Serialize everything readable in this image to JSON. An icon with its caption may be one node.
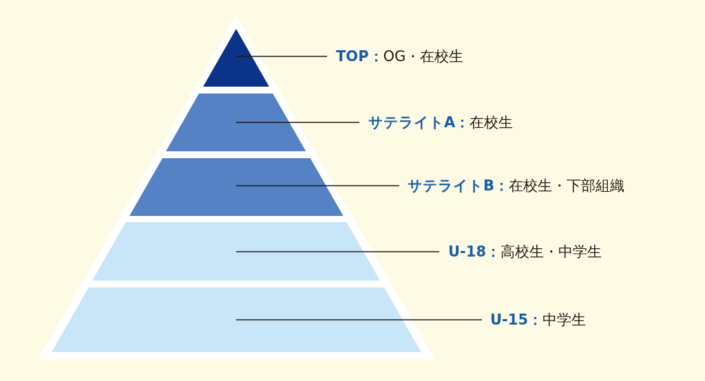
{
  "diagram": {
    "nodes": [
      {
        "text": [],
        "shape": "triangle"
      },
      {
        "text": [],
        "shape": "trapezoid"
      },
      {
        "text": [],
        "shape": "trapezoid"
      },
      {
        "text": [],
        "shape": "trapezoid"
      },
      {
        "text": [],
        "shape": "trapezoid"
      },
      {
        "text": [
          "**TOP：**OG・在校生"
        ]
      },
      {
        "text": [
          "**サテライトA：**在校生"
        ]
      },
      {
        "text": [
          "**サテライトB：**在校生・下部組織"
        ]
      },
      {
        "text": [
          "**U-18：**高校生・中学生"
        ]
      },
      {
        "text": [
          "**U-15：**中学生"
        ]
      }
    ],
    "edges": [
      {
        "from": 5,
        "to": 0,
        "arrow": "none"
      },
      {
        "from": 6,
        "to": 1,
        "arrow": "none"
      },
      {
        "from": 7,
        "to": 2,
        "arrow": "none"
      },
      {
        "from": 8,
        "to": 3,
        "arrow": "none"
      },
      {
        "from": 9,
        "to": 4,
        "arrow": "none"
      }
    ]
  }
}
